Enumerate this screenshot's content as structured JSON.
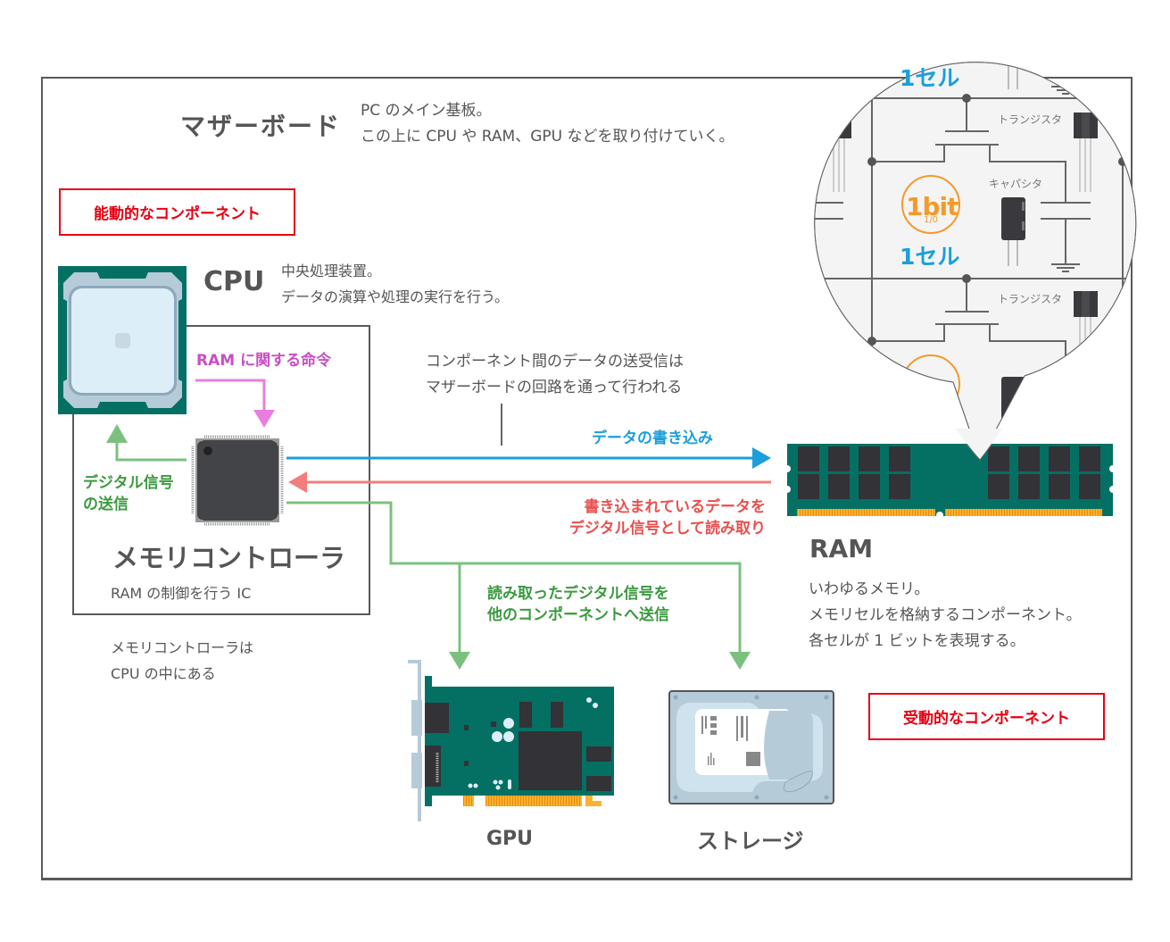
{
  "motherboard": {
    "title": "マザーボード",
    "desc_line1": "PC のメイン基板。",
    "desc_line2": "この上に CPU や RAM、GPU などを取り付けていく。"
  },
  "active_component_label": "能動的なコンポーネント",
  "passive_component_label": "受動的なコンポーネント",
  "cpu": {
    "title": "CPU",
    "desc_line1": "中央処理装置。",
    "desc_line2": "データの演算や処理の実行を行う。"
  },
  "memory_controller": {
    "title": "メモリコントローラ",
    "desc": "RAM の制御を行う IC",
    "note_line1": "メモリコントローラは",
    "note_line2": "CPU の中にある"
  },
  "ram": {
    "title": "RAM",
    "desc_line1": "いわゆるメモリ。",
    "desc_line2": "メモリセルを格納するコンポーネント。",
    "desc_line3": "各セルが 1 ビットを表現する。"
  },
  "gpu": {
    "title": "GPU"
  },
  "storage": {
    "title": "ストレージ"
  },
  "arrows": {
    "ram_command": {
      "label": "RAM に関する命令",
      "color": "#e77fe0",
      "text_color": "#c94fc4"
    },
    "digital_signal_send": {
      "label_line1": "デジタル信号",
      "label_line2": "の送信",
      "color": "#7cc07f",
      "text_color": "#3a9a3f"
    },
    "data_write": {
      "label": "データの書き込み",
      "color": "#1a9fdb",
      "text_color": "#1a9fdb"
    },
    "data_read": {
      "label_line1": "書き込まれているデータを",
      "label_line2": "デジタル信号として読み取り",
      "color": "#f27d7b",
      "text_color": "#e8504e"
    },
    "forward_signal": {
      "label_line1": "読み取ったデジタル信号を",
      "label_line2": "他のコンポーネントへ送信",
      "color": "#7cc07f",
      "text_color": "#3a9a3f"
    }
  },
  "circuit_note": {
    "line1": "コンポーネント間のデータの送受信は",
    "line2": "マザーボードの回路を通って行われる"
  },
  "memory_cell_zoom": {
    "bit_label": "1bit",
    "bit_values": "1/0",
    "cell_label": "1セル",
    "transistor_label": "トランジスタ",
    "capacitor_label": "キャパシタ",
    "bit_color": "#f39a2b",
    "cell_color": "#1a9fdb"
  },
  "colors": {
    "pcb_green": "#037063",
    "chip_dark": "#333236",
    "frame_gray": "#595959",
    "label_red": "#e60012",
    "gold": "#f9b233"
  }
}
